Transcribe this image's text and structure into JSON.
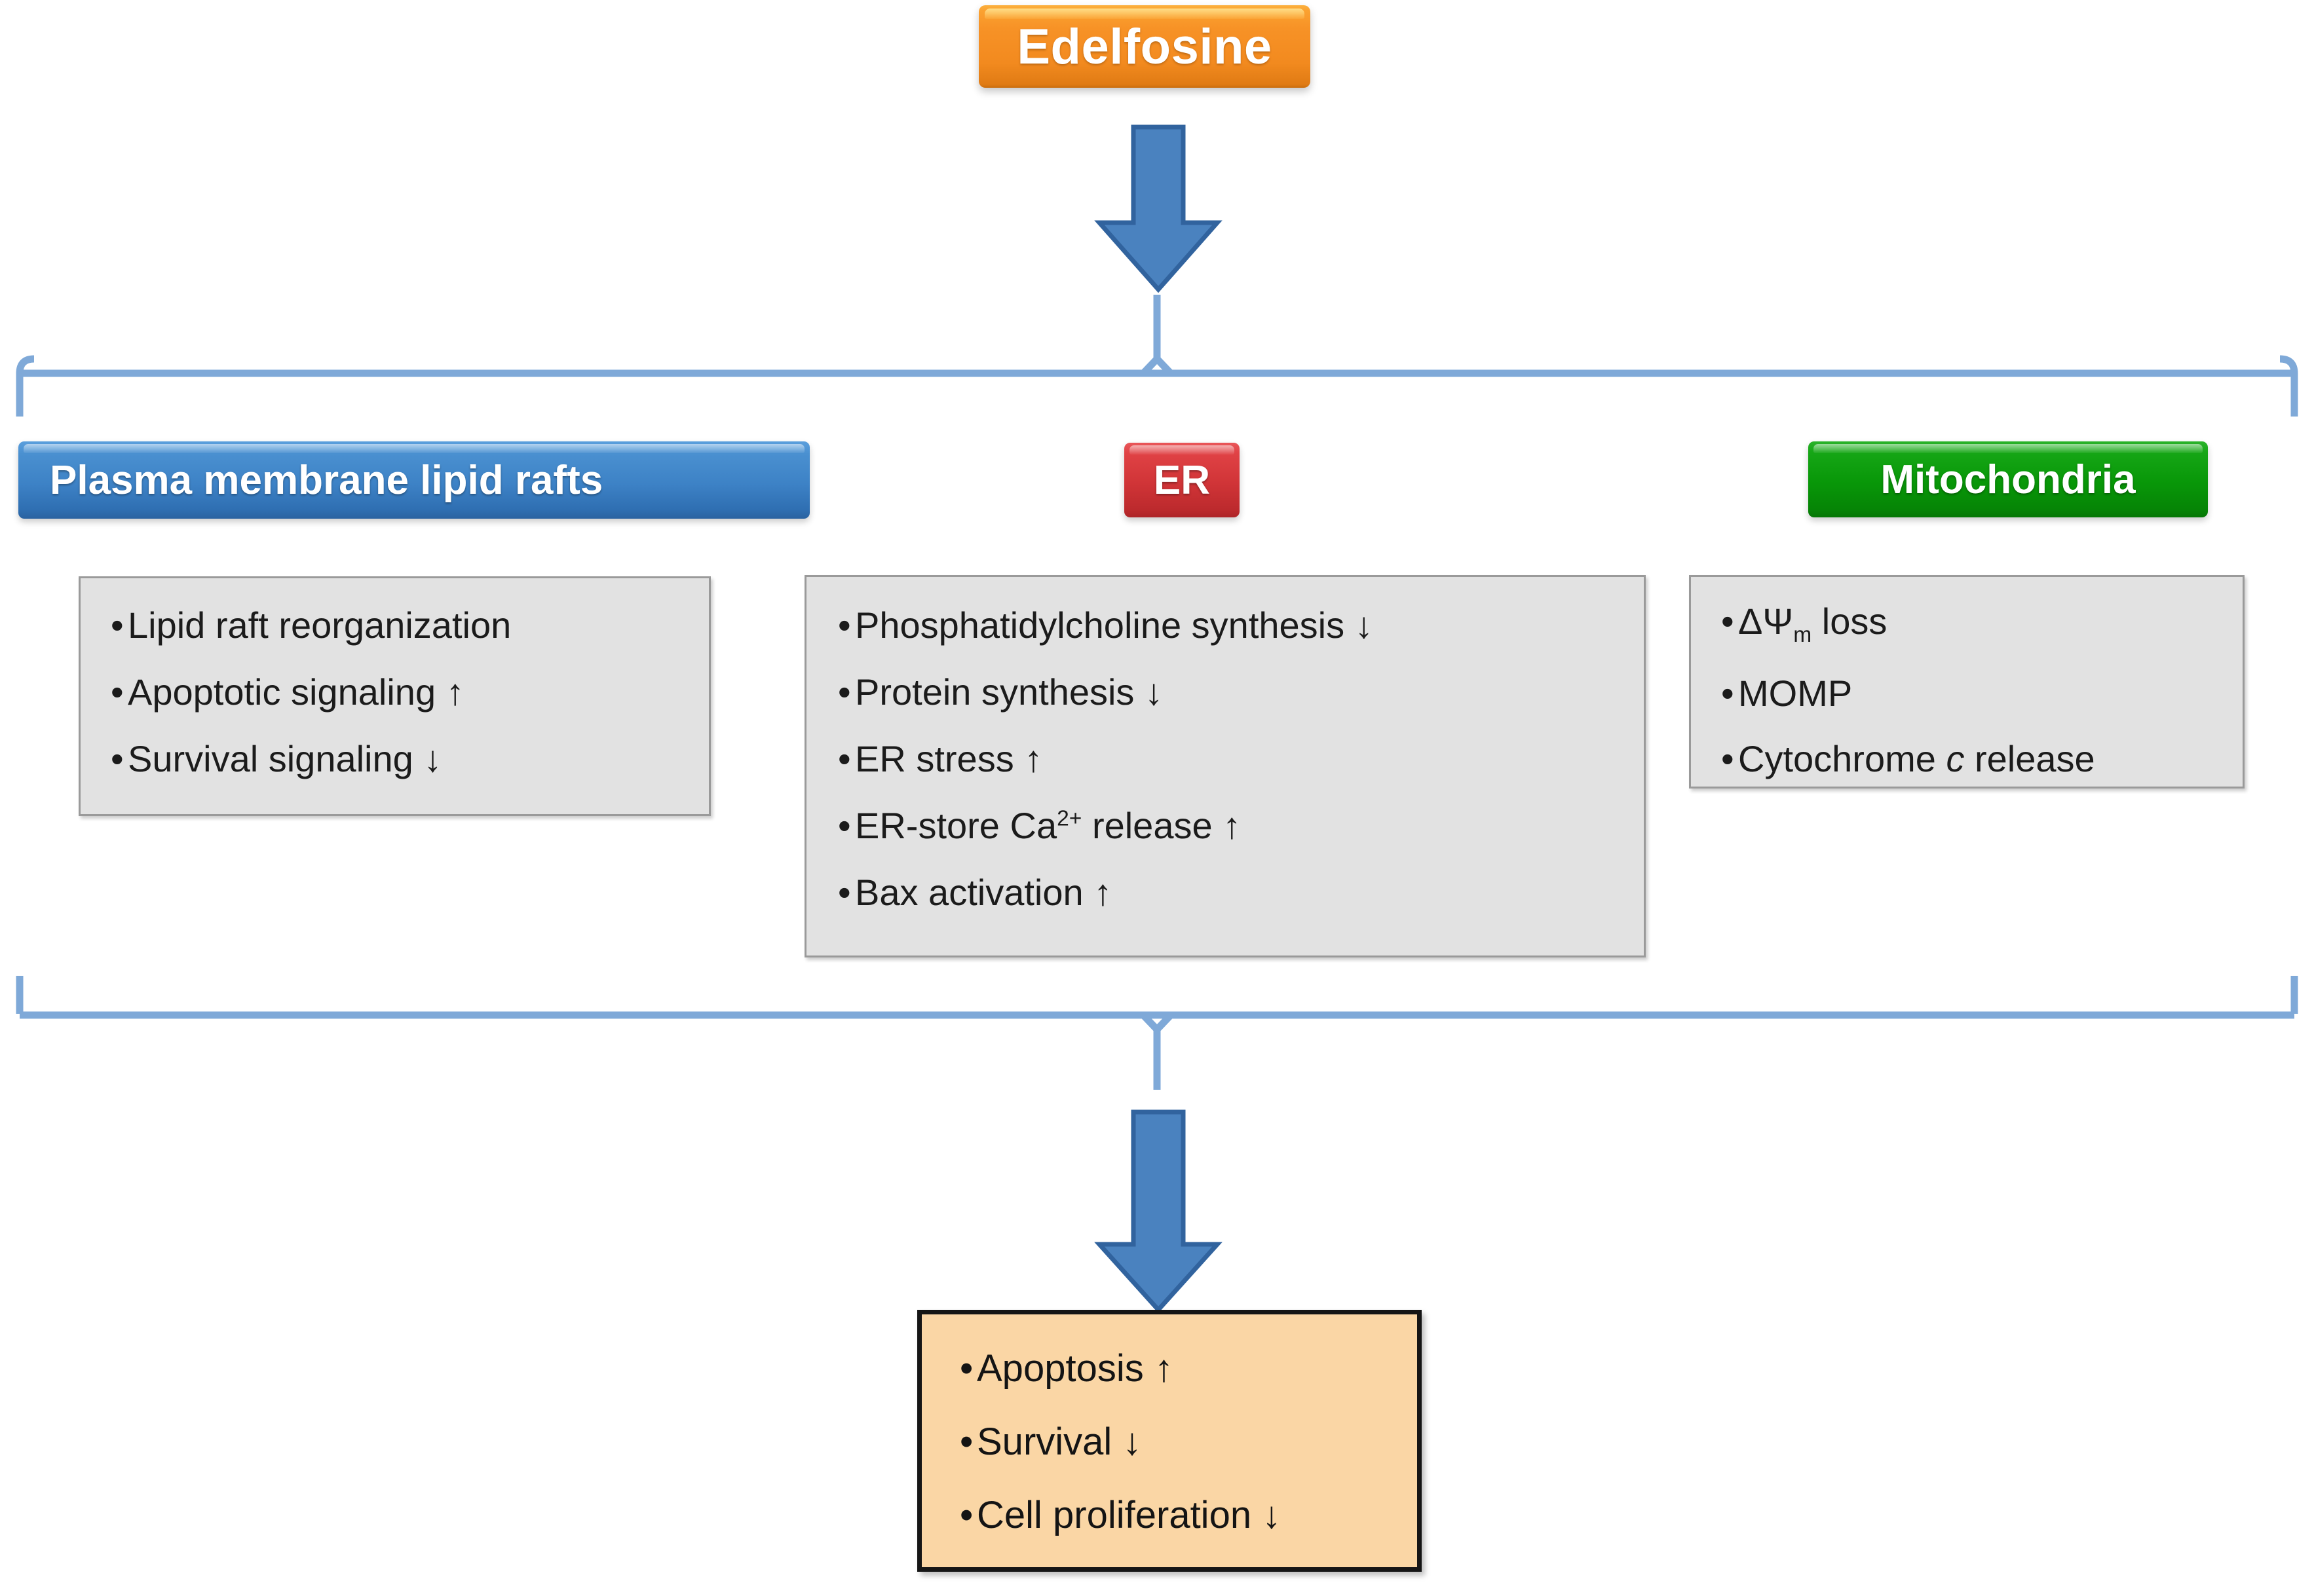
{
  "diagram": {
    "title_box": {
      "label": "Edelfosine",
      "color": "#f79226",
      "text_color": "#ffffff"
    },
    "arrows": [
      {
        "name": "arrow-drug-to-targets",
        "direction": "down",
        "color": "#4a7fbd"
      },
      {
        "name": "arrow-targets-to-outcome",
        "direction": "down",
        "color": "#4a7fbd"
      }
    ],
    "braces": [
      {
        "name": "upper-brace",
        "orientation": "down",
        "color": "#7fa9d8"
      },
      {
        "name": "lower-brace",
        "orientation": "up",
        "color": "#7fa9d8"
      }
    ],
    "targets": [
      {
        "id": "plasma-membrane",
        "header": "Plasma membrane lipid rafts",
        "header_color": "#3d82c6",
        "effects": [
          "Lipid raft reorganization",
          "Apoptotic signaling ↑",
          "Survival signaling ↓"
        ]
      },
      {
        "id": "er",
        "header": "ER",
        "header_color": "#d03437",
        "effects": [
          "Phosphatidylcholine synthesis ↓",
          "Protein synthesis ↓",
          "ER  stress ↑",
          "ER-store Ca2+ release ↑",
          "Bax activation ↑"
        ],
        "effects_rich": [
          {
            "text": "Phosphatidylcholine synthesis ↓"
          },
          {
            "text": "Protein synthesis ↓"
          },
          {
            "text": "ER  stress ↑"
          },
          {
            "pre": "ER-store Ca",
            "sup": "2+",
            "post": " release ↑"
          },
          {
            "text": "Bax activation ↑"
          }
        ]
      },
      {
        "id": "mitochondria",
        "header": "Mitochondria",
        "header_color": "#089708",
        "effects": [
          "ΔΨm loss",
          "MOMP",
          "Cytochrome c release"
        ],
        "effects_rich": [
          {
            "pre": "ΔΨ",
            "sub": "m",
            "post": " loss"
          },
          {
            "text": "MOMP"
          },
          {
            "pre": "Cytochrome ",
            "italic": "c",
            "post": " release"
          }
        ]
      }
    ],
    "outcome": {
      "id": "cellular-outcome",
      "fill_color": "#fad6a5",
      "border_color": "#151515",
      "effects": [
        "Apoptosis ↑",
        "Survival ↓",
        "Cell proliferation ↓"
      ]
    }
  }
}
